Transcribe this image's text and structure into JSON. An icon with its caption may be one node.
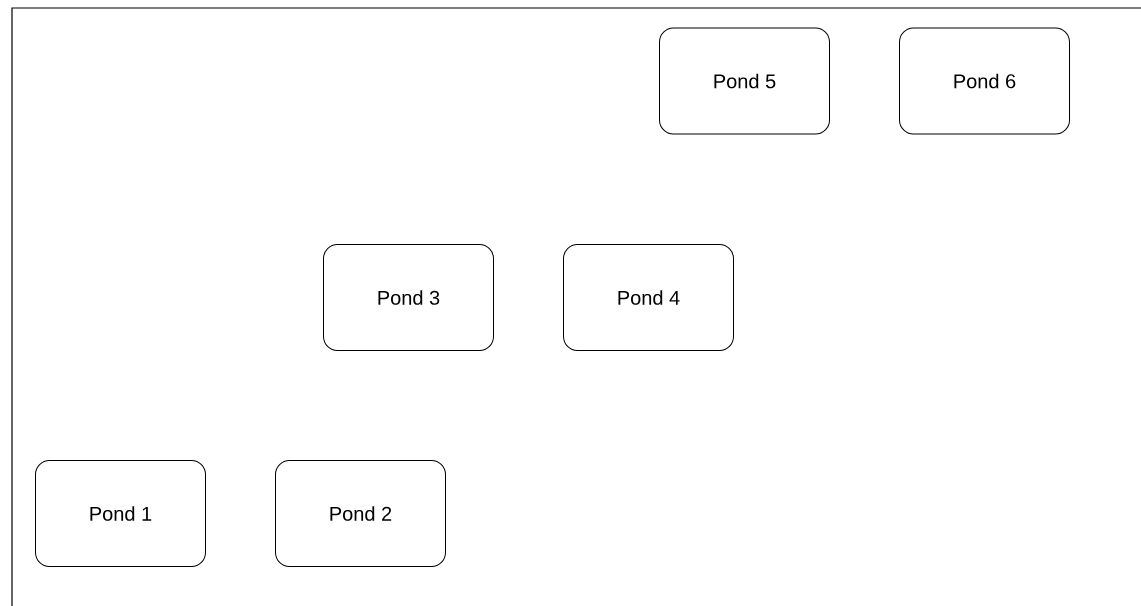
{
  "diagram": {
    "nodes": [
      {
        "text": [
          "Pond 5"
        ]
      },
      {
        "text": [
          "Pond 6"
        ]
      },
      {
        "text": [
          "Pond 3"
        ]
      },
      {
        "text": [
          "Pond 4"
        ]
      },
      {
        "text": [
          "Pond 1"
        ]
      },
      {
        "text": [
          "Pond 2"
        ]
      }
    ]
  }
}
